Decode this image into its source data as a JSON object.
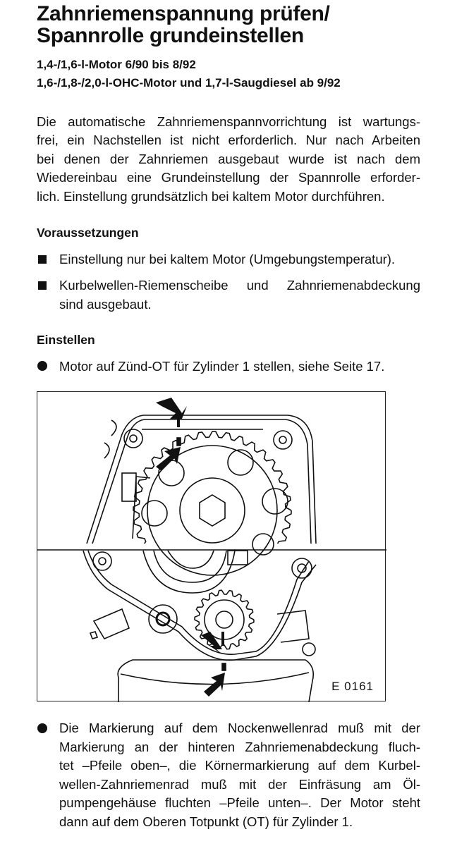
{
  "title": [
    "Zahnriemenspannung prüfen/",
    "Spannrolle grundeinstellen"
  ],
  "subtitles": [
    "1,4-/1,6-l-Motor 6/90 bis 8/92",
    "1,6-/1,8-/2,0-l-OHC-Motor und 1,7-l-Saugdiesel ab 9/92"
  ],
  "intro_lines": [
    "Die automatische Zahnriemenspannvorrichtung ist wartungs-",
    "frei, ein Nachstellen ist nicht erforderlich. Nur nach Arbeiten",
    "bei denen der Zahnriemen ausgebaut wurde ist nach dem",
    "Wiedereinbau eine Grundeinstellung der Spannrolle erforder-",
    "lich. Einstellung grundsätzlich bei kaltem Motor durchführen."
  ],
  "prerequisites": {
    "heading": "Voraussetzungen",
    "items": [
      [
        "Einstellung nur bei kaltem Motor (Umgebungstemperatur)."
      ],
      [
        "Kurbelwellen-Riemenscheibe und Zahnriemenabdeckung",
        "sind ausgebaut."
      ]
    ]
  },
  "adjust": {
    "heading": "Einstellen",
    "step1": [
      "Motor auf Zünd-OT für Zylinder 1 stellen, siehe Seite 17."
    ],
    "figure_label": "E 0161",
    "step2": [
      "Die Markierung auf dem Nockenwellenrad muß mit der",
      "Markierung an der hinteren Zahnriemenabdeckung fluch-",
      "tet –Pfeile oben–, die Körnermarkierung auf dem Kurbel-",
      "wellen-Zahnriemenrad muß mit der Einfräsung am Öl-",
      "pumpengehäuse fluchten –Pfeile unten–. Der Motor steht",
      "dann auf dem Oberen Totpunkt (OT) für Zylinder 1."
    ]
  }
}
